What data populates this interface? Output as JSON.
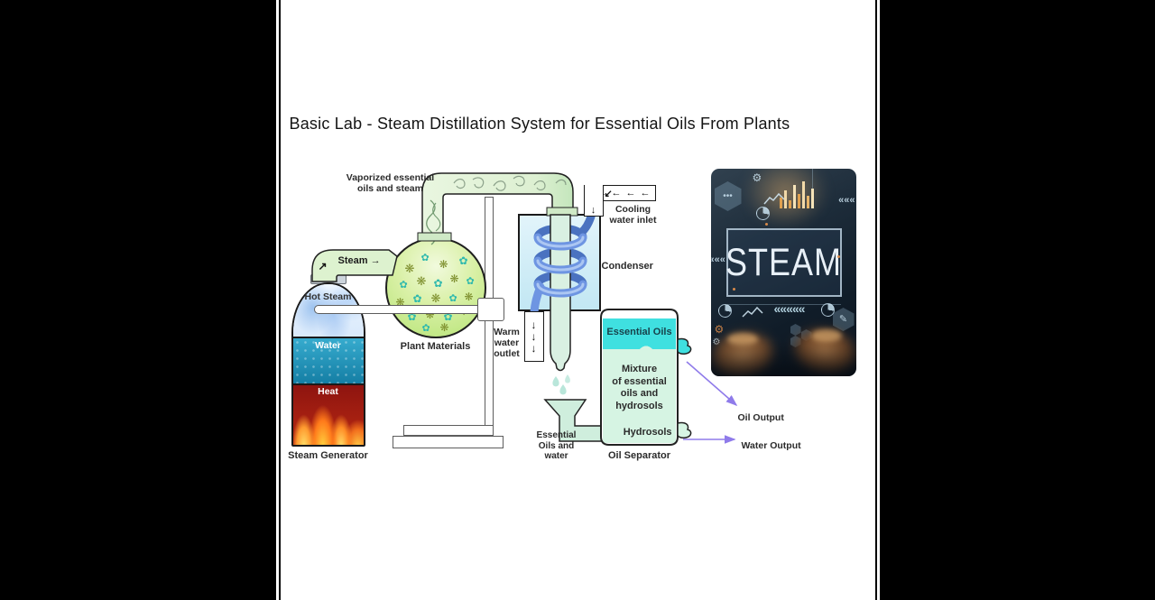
{
  "title": "Basic Lab - Steam Distillation System for Essential Oils From Plants",
  "glyphs": {
    "down": "↓",
    "left": "←",
    "right": "→",
    "up_right": "↗",
    "down_left": "↙"
  },
  "steam_generator": {
    "label": "Steam Generator",
    "hot_steam": "Hot Steam",
    "water": "Water",
    "heat": "Heat"
  },
  "steam_pipe": {
    "label": "Steam"
  },
  "flask": {
    "label": "Plant Materials",
    "sun_glyph": "❋",
    "flower_glyph": "✿"
  },
  "vapor_pipe": {
    "line1": "Vaporized essential",
    "line2": "oils and steam"
  },
  "cooling_inlet": {
    "line1": "Cooling",
    "line2": "water inlet"
  },
  "condenser": {
    "label": "Condenser"
  },
  "warm_outlet": {
    "line1": "Warm",
    "line2": "water",
    "line3": "outlet"
  },
  "funnel": {
    "line1": "Essential",
    "line2": "Oils and water"
  },
  "separator": {
    "label": "Oil Separator",
    "essential_oils": "Essential Oils",
    "mixture_lines": [
      "Mixture",
      "of essential",
      "oils and",
      "hydrosols"
    ],
    "hydrosols": "Hydrosols"
  },
  "outputs": {
    "oil": "Oil Output",
    "water": "Water Output"
  },
  "photo": {
    "caption": "STEAM",
    "glyphs": {
      "gear": "⚙",
      "chevrons": "«««««",
      "chevrons_small": "«««",
      "dots": "•••",
      "stylus": "✎"
    }
  },
  "colors": {
    "essential_oils_cyan": "#3fe0e0",
    "mixture_green": "#d6f4e3",
    "condenser_blue": "#cfeef7",
    "coil_blue": "#5b85d6",
    "pipe_green": "#ddf2cf",
    "flask_green": "#c3e98f",
    "purple_arrow": "#8f7bea",
    "water_teal": "#2198bd",
    "heat_red": "#b5281b"
  }
}
